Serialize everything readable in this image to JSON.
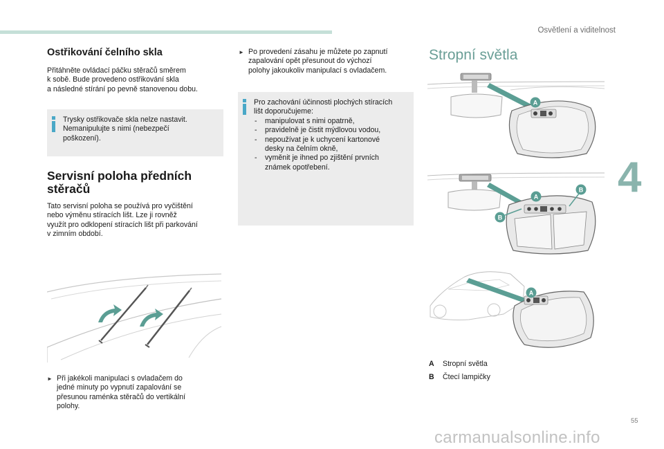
{
  "header": {
    "section_title": "Osvětlení a viditelnost"
  },
  "chapter_number": "4",
  "page_number": "55",
  "watermark": "carmanualsonline.info",
  "left": {
    "washer_heading": "Ostřikování čelního skla",
    "washer_para": [
      "Přitáhněte ovládací páčku stěračů směrem",
      "k sobě. Bude provedeno ostřikování skla",
      "a následné stírání po pevně stanovenou dobu."
    ],
    "washer_note": [
      "Trysky ostřikovače skla nelze nastavit.",
      "Nemanipulujte s nimi (nebezpečí",
      "poškození)."
    ],
    "service_heading": [
      "Servisní poloha předních",
      "stěračů"
    ],
    "service_para": [
      "Tato servisní poloha se používá pro vyčištění",
      "nebo výměnu stíracích lišt. Lze ji rovněž",
      "využít pro odklopení stíracích lišt při parkování",
      "v zimním období."
    ],
    "service_bullet": [
      "Při jakékoli manipulaci s ovladačem do",
      "jedné minuty po vypnutí zapalování se",
      "přesunou raménka stěračů do vertikální",
      "polohy."
    ]
  },
  "middle": {
    "bullet": [
      "Po provedení zásahu je můžete po zapnutí",
      "zapalování opět přesunout do výchozí",
      "polohy jakoukoliv manipulací s ovladačem."
    ],
    "note_intro": [
      "Pro zachování účinnosti plochých stíracích",
      "lišt doporučujeme:"
    ],
    "note_items": [
      [
        "manipulovat s nimi opatrně,"
      ],
      [
        "pravidelně je čistit mýdlovou vodou,"
      ],
      [
        "nepoužívat je k uchycení kartonové",
        "desky na čelním okně,"
      ],
      [
        "vyměnit je ihned po zjištění prvních",
        "známek opotřebení."
      ]
    ]
  },
  "right": {
    "title": "Stropní světla",
    "figure_labels": [
      "A",
      "A",
      "B",
      "B",
      "A"
    ],
    "legend": [
      {
        "key": "A",
        "text": "Stropní světla"
      },
      {
        "key": "B",
        "text": "Čtecí lampičky"
      }
    ]
  },
  "colors": {
    "accent_teal": "#5b9e94",
    "heading_teal": "#6a9e96",
    "info_blue": "#4aa8c7",
    "note_bg": "#ececec",
    "top_bar": "#c5e0d8"
  }
}
